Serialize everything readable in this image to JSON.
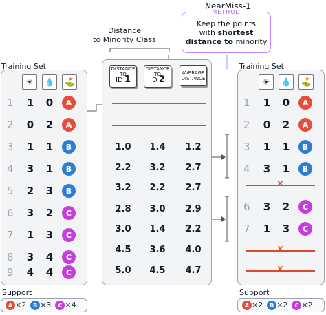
{
  "method": {
    "name": "NearMiss-1",
    "tag": "METHOD",
    "line1": "Keep the points",
    "line2": "with",
    "bold1": "shortest",
    "bold2": "distance to",
    "line3_end": "minority"
  },
  "distance_label": {
    "line1": "Distance",
    "line2": "to Minority Class"
  },
  "left_panel": {
    "title": "Training Set",
    "rows": [
      {
        "idx": "1",
        "a": "1",
        "b": "0",
        "cls": "A"
      },
      {
        "idx": "2",
        "a": "0",
        "b": "2",
        "cls": "A"
      },
      {
        "idx": "3",
        "a": "1",
        "b": "1",
        "cls": "B"
      },
      {
        "idx": "4",
        "a": "3",
        "b": "1",
        "cls": "B"
      },
      {
        "idx": "5",
        "a": "2",
        "b": "3",
        "cls": "B"
      },
      {
        "idx": "6",
        "a": "3",
        "b": "2",
        "cls": "C"
      },
      {
        "idx": "7",
        "a": "1",
        "b": "3",
        "cls": "C"
      },
      {
        "idx": "8",
        "a": "3",
        "b": "4",
        "cls": "C"
      },
      {
        "idx": "9",
        "a": "4",
        "b": "4",
        "cls": "C"
      }
    ],
    "support_label": "Support",
    "support": [
      {
        "cls": "A",
        "count": "×2"
      },
      {
        "cls": "B",
        "count": "×3"
      },
      {
        "cls": "C",
        "count": "×4"
      }
    ]
  },
  "middle_panel": {
    "headers": [
      {
        "top": "DISTANCE",
        "mid": "TO",
        "id": "ID",
        "n": "1"
      },
      {
        "top": "DISTANCE",
        "mid": "TO",
        "id": "ID",
        "n": "2"
      },
      {
        "top": "AVERAGE",
        "mid": "DISTANCE",
        "id": "",
        "n": ""
      }
    ],
    "rows": [
      {
        "d1": "1.0",
        "d2": "1.4",
        "avg": "1.2"
      },
      {
        "d1": "2.2",
        "d2": "3.2",
        "avg": "2.7"
      },
      {
        "d1": "3.2",
        "d2": "2.2",
        "avg": "2.7"
      },
      {
        "d1": "2.8",
        "d2": "3.0",
        "avg": "2.9"
      },
      {
        "d1": "3.0",
        "d2": "1.4",
        "avg": "2.2"
      },
      {
        "d1": "4.5",
        "d2": "3.6",
        "avg": "4.0"
      },
      {
        "d1": "5.0",
        "d2": "4.5",
        "avg": "4.7"
      }
    ]
  },
  "right_panel": {
    "title": "Training Set",
    "rows": [
      {
        "idx": "1",
        "a": "1",
        "b": "0",
        "cls": "A"
      },
      {
        "idx": "2",
        "a": "0",
        "b": "2",
        "cls": "A"
      },
      {
        "idx": "3",
        "a": "1",
        "b": "1",
        "cls": "B"
      },
      {
        "idx": "4",
        "a": "3",
        "b": "1",
        "cls": "B"
      },
      {
        "idx": "6",
        "a": "3",
        "b": "2",
        "cls": "C"
      },
      {
        "idx": "7",
        "a": "1",
        "b": "3",
        "cls": "C"
      }
    ],
    "removed_mark": "×",
    "support_label": "Support",
    "support": [
      {
        "cls": "A",
        "count": "×2"
      },
      {
        "cls": "B",
        "count": "×2"
      },
      {
        "cls": "C",
        "count": "×2"
      }
    ]
  },
  "colors": {
    "A": "#e74c3c",
    "B": "#2d7dd2",
    "C": "#c53edb",
    "method_border": "#c084fc",
    "removed": "#d94a2b"
  },
  "feature_icons": [
    "sun-icon",
    "water-drop-icon",
    "golf-flag-icon"
  ]
}
